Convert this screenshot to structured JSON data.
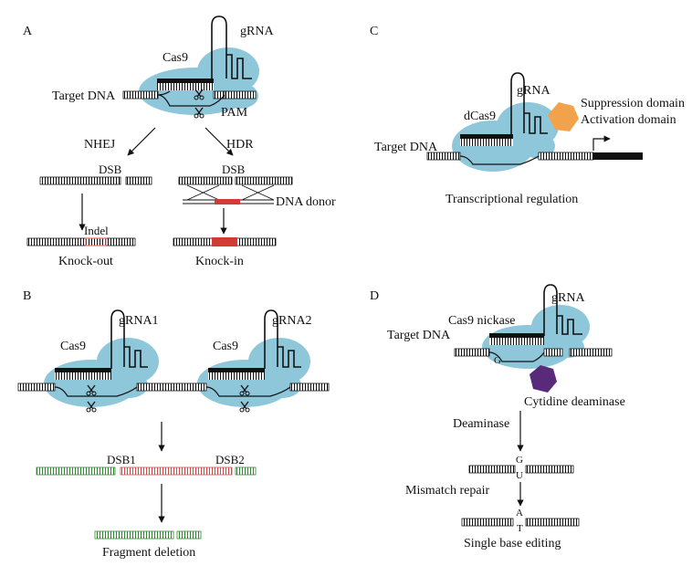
{
  "panels": {
    "A": {
      "letter": "A",
      "cas9": "Cas9",
      "grna": "gRNA",
      "target_dna": "Target DNA",
      "pam": "PAM",
      "nhej": "NHEJ",
      "hdr": "HDR",
      "dsb_left": "DSB",
      "dsb_right": "DSB",
      "dna_donor": "DNA donor",
      "indel": "Indel",
      "knock_out": "Knock-out",
      "knock_in": "Knock-in"
    },
    "B": {
      "letter": "B",
      "grna1": "gRNA1",
      "grna2": "gRNA2",
      "cas9_left": "Cas9",
      "cas9_right": "Cas9",
      "dsb1": "DSB1",
      "dsb2": "DSB2",
      "fragment_deletion": "Fragment deletion"
    },
    "C": {
      "letter": "C",
      "grna": "gRNA",
      "dcas9": "dCas9",
      "target_dna": "Target DNA",
      "suppression": "Suppression domain",
      "activation": "Activation domain",
      "transcriptional": "Transcriptional regulation"
    },
    "D": {
      "letter": "D",
      "grna": "gRNA",
      "cas9_nickase": "Cas9 nickase",
      "target_dna": "Target DNA",
      "g_base": "G",
      "cytidine_deaminase": "Cytidine deaminase",
      "deaminase": "Deaminase",
      "g_top": "G",
      "u_bottom": "U",
      "mismatch_repair": "Mismatch repair",
      "a_top": "A",
      "t_bottom": "T",
      "single_base": "Single base editing"
    }
  },
  "colors": {
    "cas9_blue": "#8ec7da",
    "indel_red": "#e66a6a",
    "donor_red": "#d23b33",
    "effector_orange": "#f2a24a",
    "deaminase_purple": "#5a2a7a",
    "green_dna": "#2f8a2f",
    "red_dna": "#d64a45"
  }
}
